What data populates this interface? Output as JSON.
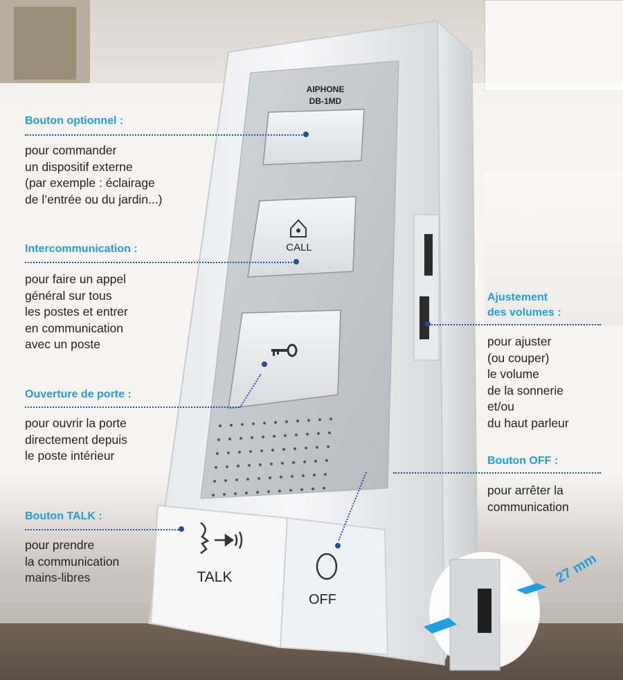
{
  "device": {
    "brand": "AIPHONE",
    "model": "DB-1MD",
    "call_label": "CALL",
    "talk_label": "TALK",
    "off_label": "OFF"
  },
  "callouts": {
    "optional_button": {
      "title": "Bouton optionnel :",
      "text": "pour commander\nun dispositif externe\n(par exemple : éclairage\nde l’entrée ou du jardin...)"
    },
    "intercom": {
      "title": "Intercommunication :",
      "text": "pour faire un appel\ngénéral sur tous\nles postes et entrer\nen communication\navec un poste"
    },
    "door_open": {
      "title": "Ouverture de porte :",
      "text": "pour ouvrir la porte\ndirectement depuis\nle poste intérieur"
    },
    "talk_button": {
      "title": "Bouton TALK :",
      "text": "pour prendre\nla communication\nmains-libres"
    },
    "volume": {
      "title": "Ajustement\ndes volumes :",
      "text": "pour ajuster\n(ou couper)\nle volume\nde la sonnerie\net/ou\ndu haut parleur"
    },
    "off_button": {
      "title": "Bouton OFF :",
      "text": "pour arrêter la\ncommunication"
    }
  },
  "dimension": {
    "thickness": "27 mm"
  },
  "colors": {
    "label_blue": "#1f9ee0",
    "leader_navy": "#1f4fa0"
  }
}
